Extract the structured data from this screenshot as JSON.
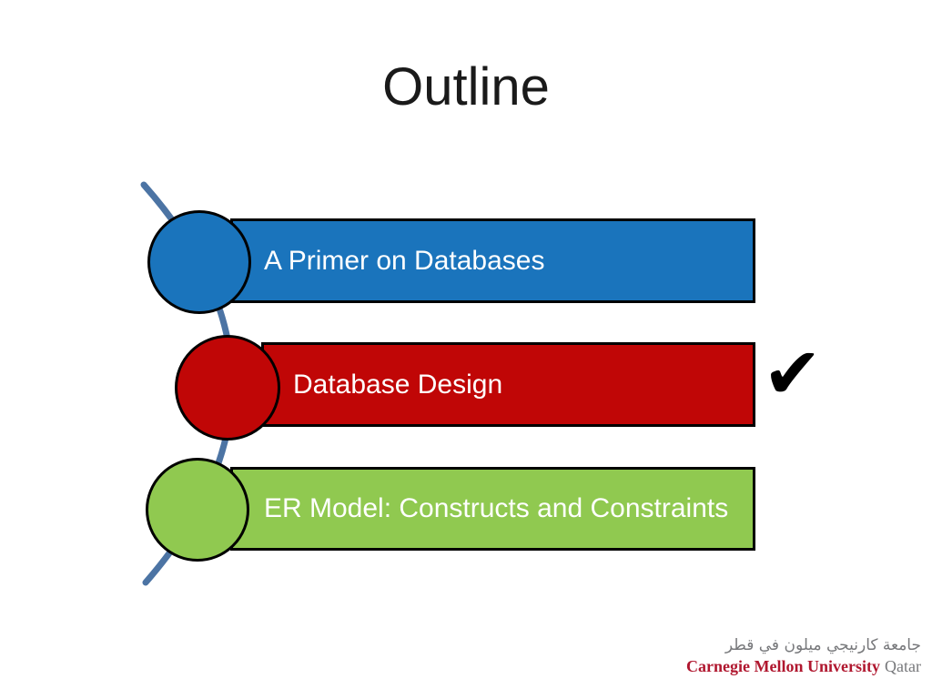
{
  "slide": {
    "title": "Outline",
    "background_color": "#ffffff"
  },
  "outline": {
    "items": [
      {
        "label": "A Primer on Databases",
        "color": "#1A74BC",
        "checked": false
      },
      {
        "label": "Database Design",
        "color": "#C00606",
        "checked": true
      },
      {
        "label": "ER Model: Constructs and Constraints",
        "color": "#90C950",
        "checked": false
      }
    ],
    "checkmark_glyph": "✔",
    "connector_color": "#4C74A4",
    "shape_outline_color": "#000000",
    "bar_text_color": "#ffffff"
  },
  "footer_logo": {
    "arabic_name": "جامعة كارنيجي ميلون في قطر",
    "university_name": "Carnegie Mellon University",
    "campus_name": "Qatar",
    "university_color": "#B0172F",
    "secondary_color": "#77787B"
  }
}
